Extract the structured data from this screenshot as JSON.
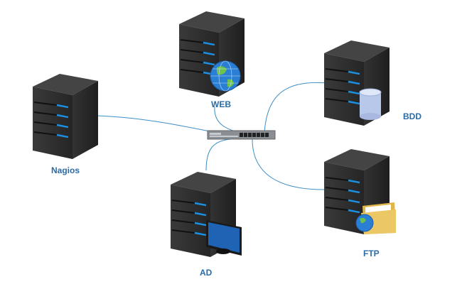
{
  "nodes": {
    "web": {
      "label": "WEB",
      "overlay": "globe-icon"
    },
    "bdd": {
      "label": "BDD",
      "overlay": "database-icon"
    },
    "nagios": {
      "label": "Nagios",
      "overlay": "none"
    },
    "ad": {
      "label": "AD",
      "overlay": "monitor-icon"
    },
    "ftp": {
      "label": "FTP",
      "overlay": "folder-globe-icon"
    }
  },
  "switch": {
    "name": "network-switch"
  },
  "colors": {
    "link": "#3d8fc6",
    "label": "#2a6ca8",
    "server": "#2e2e2e",
    "led": "#1e8fe0"
  }
}
